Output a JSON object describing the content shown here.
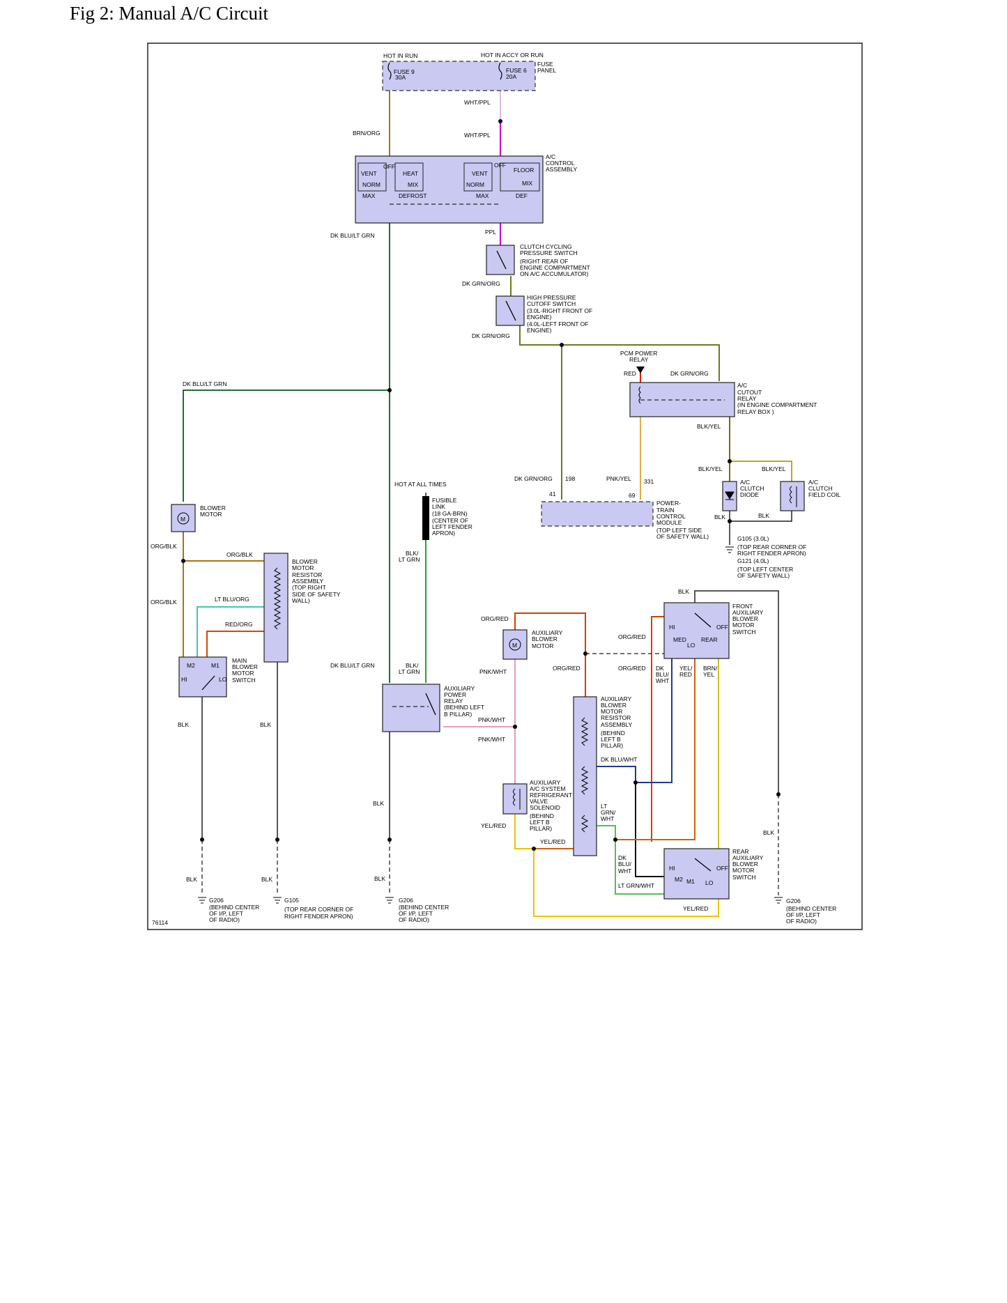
{
  "title": "Fig 2: Manual A/C Circuit",
  "figure_id": "76114",
  "colors": {
    "brn_org": "#a07820",
    "wht_ppl": "#d8bce8",
    "ppl": "#cc00cc",
    "dk_blu_lt_grn": "#1e6e3c",
    "dk_grn_org": "#6b7a1e",
    "red": "#dd2200",
    "blk": "#222222",
    "blk_yel": "#7a6a10",
    "pnk_yel": "#d9b040",
    "org_blk": "#b07010",
    "lt_blu_org": "#3cc8b0",
    "red_org": "#dd4400",
    "blk_lt_grn": "#30a030",
    "org_red": "#d04000",
    "pnk_wht": "#e0a0b0",
    "yel_red": "#e8c800",
    "lt_grn_wht": "#50c050",
    "dk_blu_wht": "#1f3a8a",
    "yel_red_switch": "#d06010",
    "brn_yel": "#c8c020",
    "component_fill": "#c9c9f2"
  },
  "fuse_panel": {
    "hot_in_run": "HOT IN RUN",
    "hot_in_accy": "HOT IN ACCY OR RUN",
    "fuse9": "FUSE 9",
    "fuse9_amp": "30A",
    "fuse6": "FUSE 6",
    "fuse6_amp": "20A",
    "label1": "FUSE",
    "label2": "PANEL"
  },
  "wires": {
    "wht_ppl_1": "WHT/PPL",
    "wht_ppl_2": "WHT/PPL",
    "brn_org": "BRN/ORG",
    "dk_blu_lt_grn_1": "DK BLU/LT GRN",
    "dk_blu_lt_grn_2": "DK BLU/LT GRN",
    "dk_blu_lt_grn_3": "DK BLU/LT GRN",
    "ppl": "PPL",
    "dk_grn_org_1": "DK GRN/ORG",
    "dk_grn_org_2": "DK GRN/ORG",
    "dk_grn_org_3": "DK GRN/ORG",
    "dk_grn_org_4": "DK GRN/ORG",
    "red": "RED",
    "blk_yel_1": "BLK/YEL",
    "blk_yel_2": "BLK/YEL",
    "blk_yel_3": "BLK/YEL",
    "pnk_yel": "PNK/YEL",
    "blk_1": "BLK",
    "blk_2": "BLK",
    "blk_3": "BLK",
    "blk_4": "BLK",
    "blk_5": "BLK",
    "blk_6": "BLK",
    "blk_7": "BLK",
    "blk_8": "BLK",
    "blk_9": "BLK",
    "blk_10": "BLK",
    "blk_11": "BLK",
    "org_blk_1": "ORG/BLK",
    "org_blk_2": "ORG/BLK",
    "org_blk_3": "ORG/BLK",
    "lt_blu_org": "LT BLU/ORG",
    "red_org": "RED/ORG",
    "blk_lt_grn_1a": "BLK/",
    "blk_lt_grn_1b": "LT GRN",
    "blk_lt_grn_2a": "BLK/",
    "blk_lt_grn_2b": "LT GRN",
    "org_red_1": "ORG/RED",
    "org_red_2": "ORG/RED",
    "org_red_3": "ORG/RED",
    "org_red_4": "ORG/RED",
    "pnk_wht_1": "PNK/WHT",
    "pnk_wht_2": "PNK/WHT",
    "pnk_wht_3": "PNK/WHT",
    "yel_red_1": "YEL/RED",
    "yel_red_2": "YEL/RED",
    "yel_red_3": "YEL/RED",
    "dk_blu_wht_main": "DK BLU/WHT",
    "lt_grn_wht_main": "LT GRN/WHT",
    "dk_blu_wht_a": "DK",
    "dk_blu_wht_b": "BLU/",
    "dk_blu_wht_c": "WHT",
    "dk_blu_wht_2a": "DK",
    "dk_blu_wht_2b": "BLU/",
    "dk_blu_wht_2c": "WHT",
    "yel_red_sw_a": "YEL/",
    "yel_red_sw_b": "RED",
    "brn_yel_a": "BRN/",
    "brn_yel_b": "YEL",
    "lt_grn_wht_a": "LT",
    "lt_grn_wht_b": "GRN/",
    "lt_grn_wht_c": "WHT",
    "hot_at_all_times": "HOT AT ALL TIMES"
  },
  "ac_control": {
    "lines": [
      "A/C",
      "CONTROL",
      "ASSEMBLY"
    ],
    "off_1": "OFF",
    "vent_1": "VENT",
    "heat": "HEAT",
    "norm_1": "NORM",
    "mix_1": "MIX",
    "max_1": "MAX",
    "defrost": "DEFROST",
    "off_2": "OFF",
    "vent_2": "VENT",
    "floor": "FLOOR",
    "norm_2": "NORM",
    "mix_2": "MIX",
    "max_2": "MAX",
    "def": "DEF"
  },
  "clutch_cycling_switch": {
    "lines": [
      "CLUTCH CYCLING",
      "PRESSURE SWITCH",
      "(RIGHT REAR OF",
      "ENGINE COMPARTMENT",
      "ON A/C ACCUMULATOR)"
    ]
  },
  "high_pressure_switch": {
    "lines": [
      "HIGH PRESSURE",
      "CUTOFF SWITCH",
      "(3.0L-RIGHT FRONT OF",
      "ENGINE)",
      "(4.0L-LEFT FRONT OF",
      "ENGINE)"
    ]
  },
  "pcm_power_relay": {
    "lines": [
      "PCM POWER",
      "RELAY"
    ]
  },
  "ac_cutout_relay": {
    "lines": [
      "A/C",
      "CUTOUT",
      "RELAY",
      "(IN ENGINE COMPARTMENT",
      "RELAY BOX )"
    ]
  },
  "pcm": {
    "pin_198": "198",
    "pin_331": "331",
    "pin_41": "41",
    "pin_69": "69",
    "lines": [
      "POWER-",
      "TRAIN",
      "CONTROL",
      "MODULE",
      "(TOP LEFT SIDE",
      "OF SAFETY WALL)"
    ]
  },
  "ac_clutch_diode": {
    "lines": [
      "A/C",
      "CLUTCH",
      "DIODE"
    ]
  },
  "ac_clutch_coil": {
    "lines": [
      "A/C",
      "CLUTCH",
      "FIELD COIL"
    ]
  },
  "ground_g105_g121": {
    "lines": [
      "G105  (3.0L)",
      "(TOP REAR CORNER OF",
      "RIGHT FENDER APRON)",
      "G121  (4.0L)",
      "(TOP LEFT CENTER",
      "OF SAFETY WALL)"
    ]
  },
  "fusible_link": {
    "lines": [
      "FUSIBLE",
      "LINK",
      "(18 GA-BRN)",
      "(CENTER OF",
      "LEFT FENDER",
      "APRON)"
    ]
  },
  "blower_motor": {
    "lines": [
      "BLOWER",
      "MOTOR"
    ],
    "symbol": "M"
  },
  "blower_resistor": {
    "lines": [
      "BLOWER",
      "MOTOR",
      "RESISTOR",
      "ASSEMBLY",
      "(TOP RIGHT",
      "SIDE OF SAFETY",
      "WALL)"
    ]
  },
  "main_blower_switch": {
    "lines": [
      "MAIN",
      "BLOWER",
      "MOTOR",
      "SWITCH"
    ],
    "m2": "M2",
    "m1": "M1",
    "hi": "HI",
    "lo": "LO"
  },
  "aux_power_relay": {
    "lines": [
      "AUXILIARY",
      "POWER",
      "RELAY",
      "(BEHIND LEFT",
      "B PILLAR)"
    ]
  },
  "aux_blower_motor": {
    "lines": [
      "AUXILIARY",
      "BLOWER",
      "MOTOR"
    ],
    "symbol": "M"
  },
  "front_aux_switch": {
    "lines": [
      "FRONT",
      "AUXILIARY",
      "BLOWER",
      "MOTOR",
      "SWITCH"
    ],
    "hi": "HI",
    "off": "OFF",
    "med": "MED",
    "lo": "LO",
    "rear": "REAR"
  },
  "aux_resistor": {
    "lines": [
      "AUXILIARY",
      "BLOWER",
      "MOTOR",
      "RESISTOR",
      "ASSEMBLY",
      "(BEHIND",
      "LEFT B",
      "PILLAR)"
    ]
  },
  "aux_solenoid": {
    "lines": [
      "AUXILIARY",
      "A/C SYSTEM",
      "REFRIGERANT",
      "VALVE",
      "SOLENOID",
      "(BEHIND",
      "LEFT B",
      "PILLAR)"
    ]
  },
  "rear_aux_switch": {
    "lines": [
      "REAR",
      "AUXILIARY",
      "BLOWER",
      "MOTOR",
      "SWITCH"
    ],
    "hi": "HI",
    "off": "OFF",
    "m2": "M2",
    "m1": "M1",
    "lo": "LO"
  },
  "grounds": {
    "g206_a": [
      "G206",
      "(BEHIND CENTER",
      "OF I/P, LEFT",
      "OF RADIO)"
    ],
    "g105": [
      "G105",
      "(TOP REAR CORNER OF",
      "RIGHT FENDER APRON)"
    ],
    "g206_b": [
      "G206",
      "(BEHIND CENTER",
      "OF I/P, LEFT",
      "OF RADIO)"
    ],
    "g206_c": [
      "G206",
      "(BEHIND CENTER",
      "OF I/P, LEFT",
      "OF RADIO)"
    ]
  }
}
